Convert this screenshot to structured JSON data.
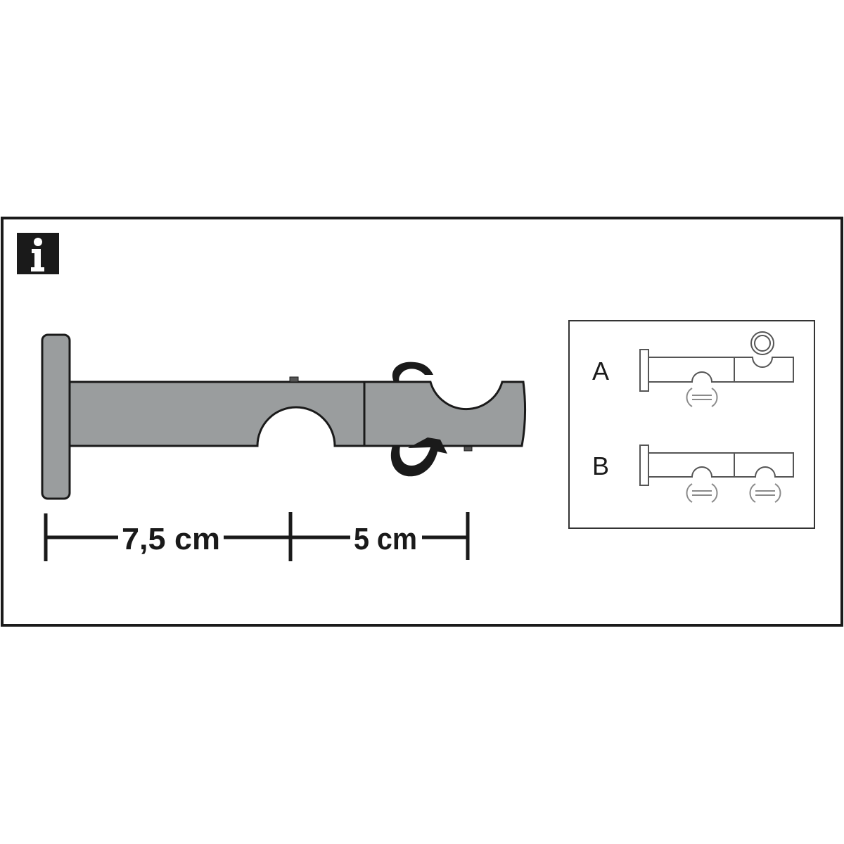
{
  "info_badge": {
    "glyph": "i",
    "icon": "info-icon"
  },
  "dimensions": {
    "first": {
      "label": "7,5 cm",
      "value": 7.5,
      "unit": "cm"
    },
    "second": {
      "label": "5 cm",
      "value": 5,
      "unit": "cm"
    }
  },
  "inset": {
    "options": [
      {
        "label": "A"
      },
      {
        "label": "B"
      }
    ]
  },
  "colors": {
    "frame": "#1a1a1a",
    "bracket_fill": "#9a9d9e",
    "outline": "#1a1a1a",
    "inset_line": "#555555",
    "rod_line": "#8a8a8a",
    "background": "#ffffff"
  }
}
